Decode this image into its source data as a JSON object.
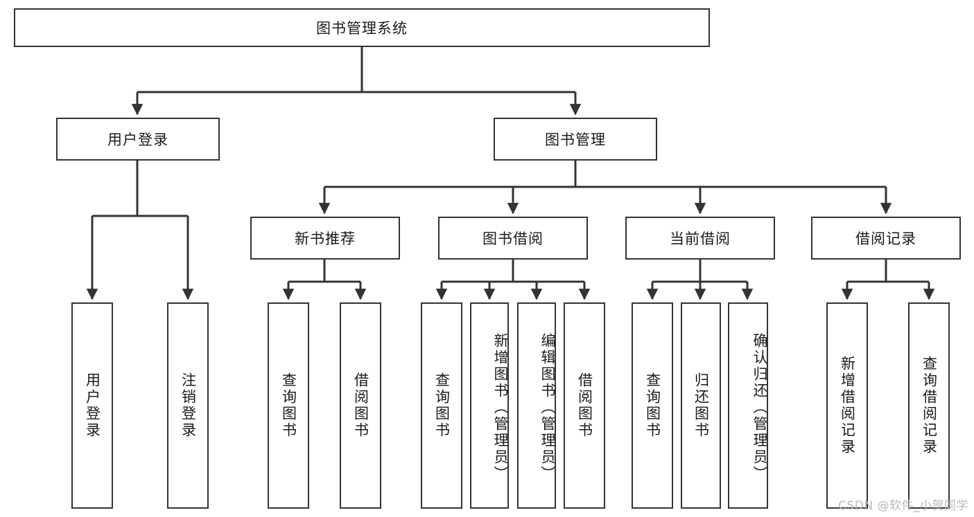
{
  "diagram": {
    "type": "tree",
    "title": "图书管理系统",
    "root": {
      "label": "图书管理系统"
    },
    "level2": [
      {
        "id": "user-login",
        "label": "用户登录"
      },
      {
        "id": "book-management",
        "label": "图书管理"
      }
    ],
    "level3": [
      {
        "id": "new-book-recommend",
        "label": "新书推荐"
      },
      {
        "id": "book-borrow",
        "label": "图书借阅"
      },
      {
        "id": "current-borrow",
        "label": "当前借阅"
      },
      {
        "id": "borrow-record",
        "label": "借阅记录"
      }
    ],
    "leaves": {
      "user_login": [
        {
          "id": "leaf-user-login",
          "label": "用户登录"
        },
        {
          "id": "leaf-user-logout",
          "label": "注销登录"
        }
      ],
      "new_book_recommend": [
        {
          "id": "leaf-query-book-1",
          "label": "查询图书"
        },
        {
          "id": "leaf-borrow-book-1",
          "label": "借阅图书"
        }
      ],
      "book_borrow": [
        {
          "id": "leaf-query-book-2",
          "label": "查询图书"
        },
        {
          "id": "leaf-add-book",
          "label": "新增图书（管理员）"
        },
        {
          "id": "leaf-edit-book",
          "label": "编辑图书（管理员）"
        },
        {
          "id": "leaf-borrow-book-2",
          "label": "借阅图书"
        }
      ],
      "current_borrow": [
        {
          "id": "leaf-query-book-3",
          "label": "查询图书"
        },
        {
          "id": "leaf-return-book",
          "label": "归还图书"
        },
        {
          "id": "leaf-confirm-return",
          "label": "确认归还（管理员）"
        }
      ],
      "borrow_record": [
        {
          "id": "leaf-add-record",
          "label": "新增借阅记录"
        },
        {
          "id": "leaf-query-record",
          "label": "查询借阅记录"
        }
      ]
    }
  },
  "watermark": {
    "text": "CSDN @软件_小贺同学"
  },
  "colors": {
    "stroke": "#333333",
    "background": "#ffffff",
    "text": "#1a1a1a",
    "watermark": "#b8b8b8"
  }
}
